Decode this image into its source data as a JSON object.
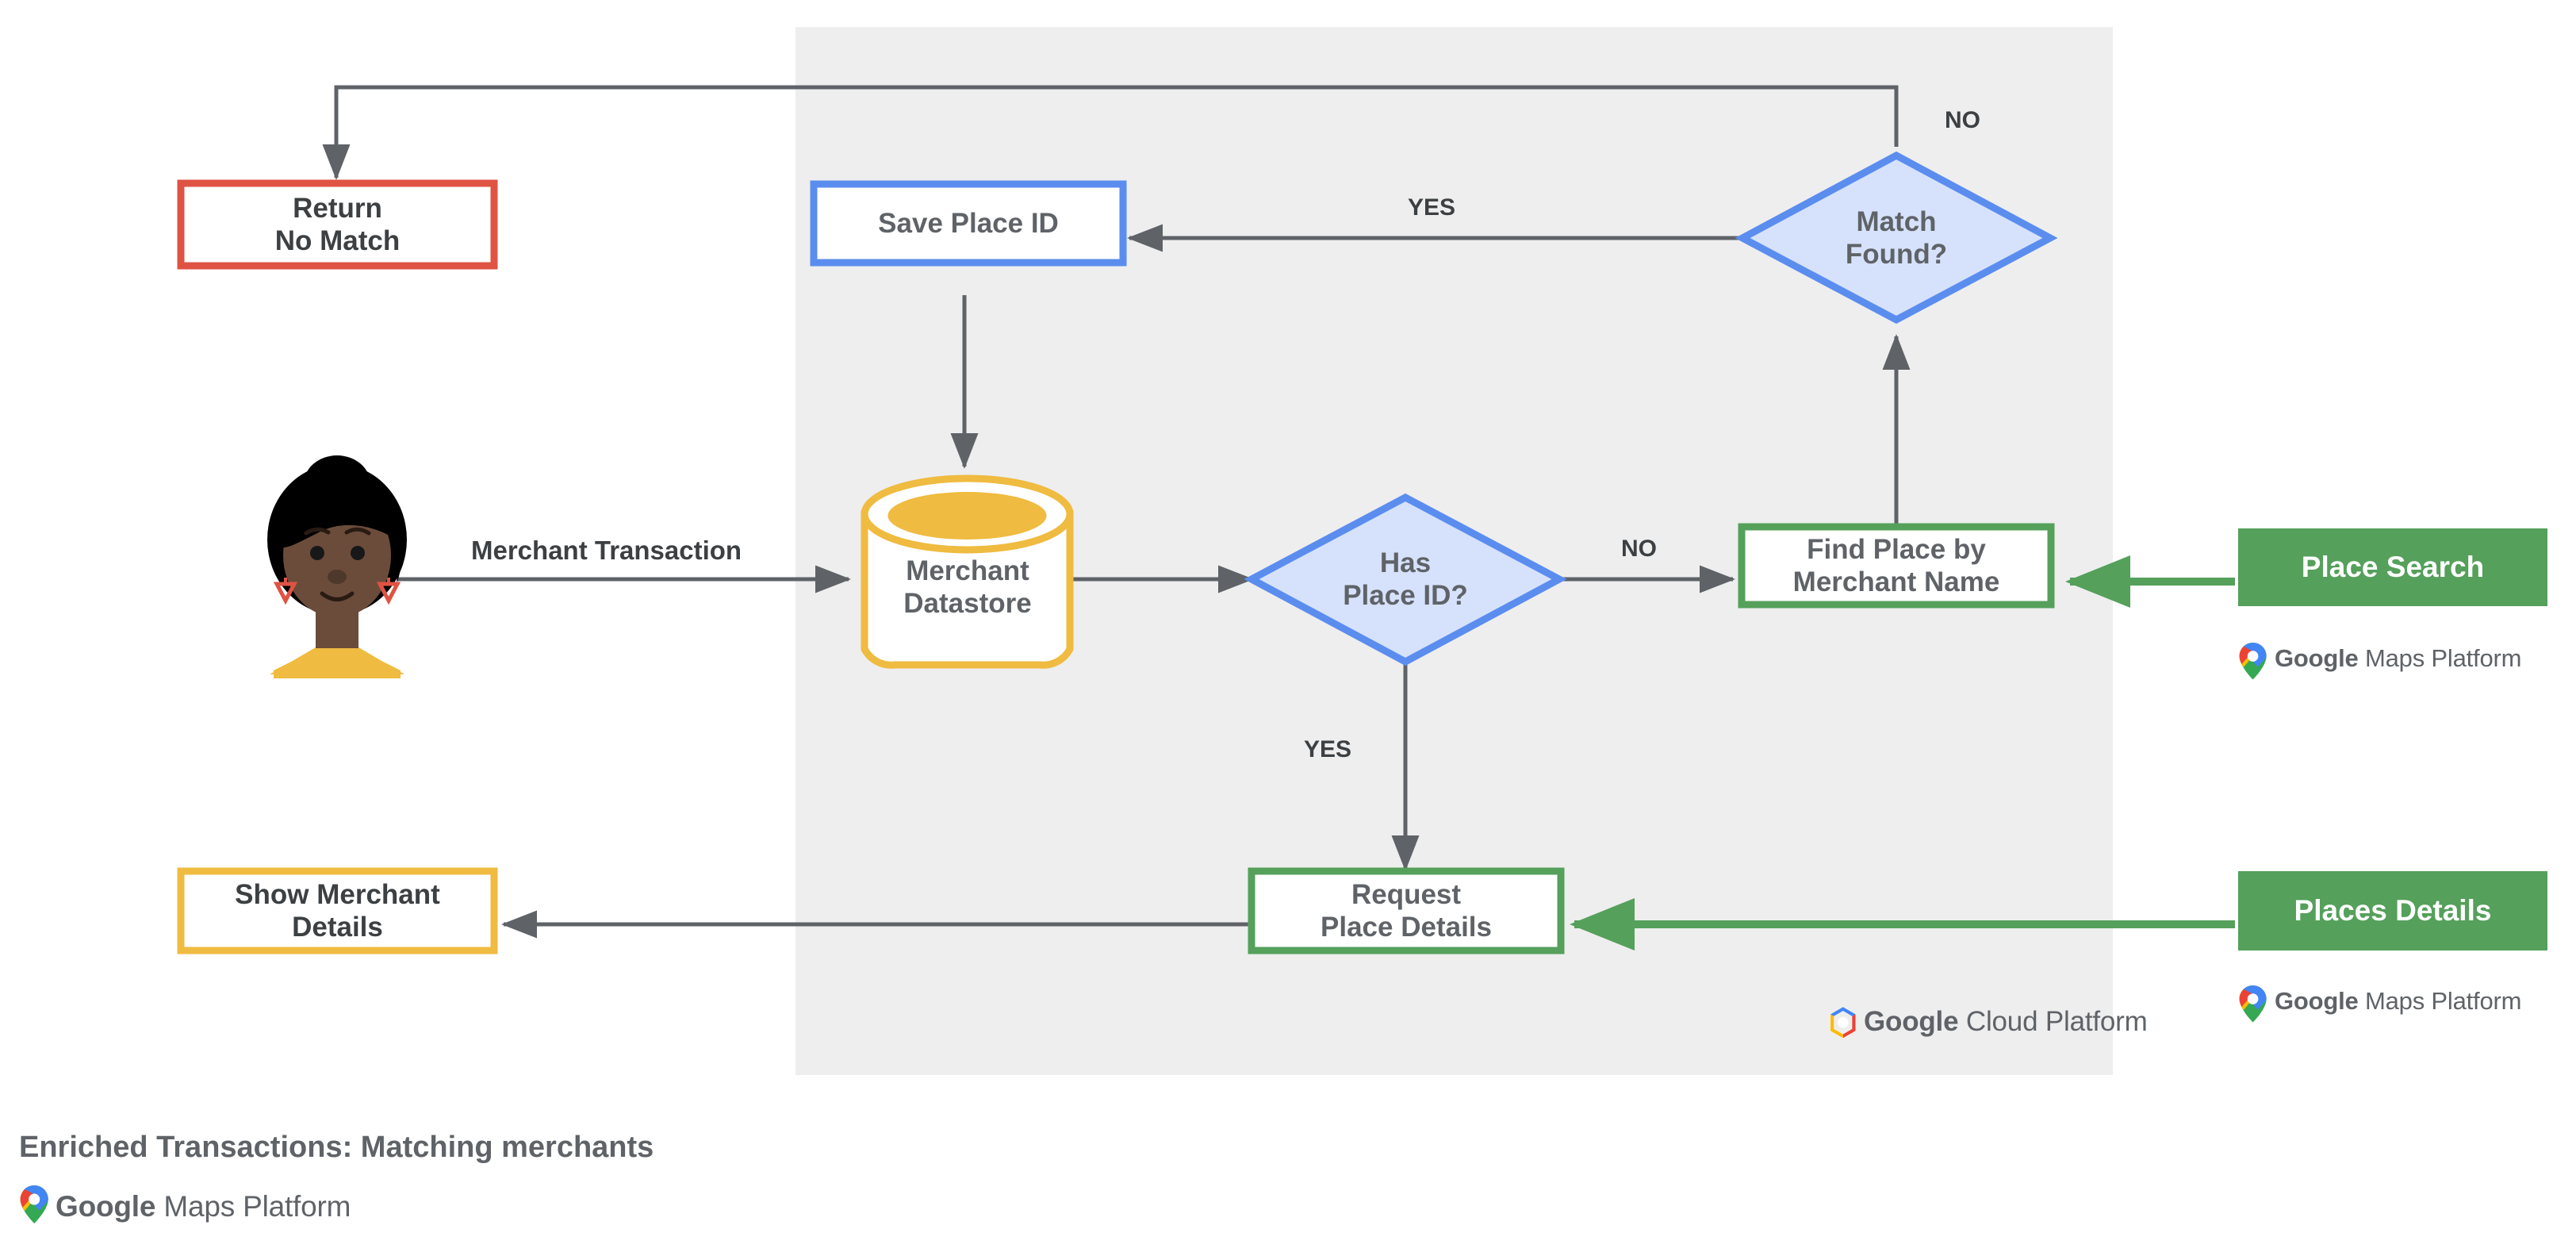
{
  "diagram": {
    "caption": "Enriched Transactions: Matching merchants",
    "panel_label": "google-cloud-platform-region",
    "colors": {
      "panel_bg": "#eeeeee",
      "blue_stroke": "#5b8def",
      "blue_fill": "#d6e2fb",
      "green": "#55a05b",
      "green_solid": "#55a05b",
      "yellow": "#efbb40",
      "red": "#df5343",
      "line": "#5f6368",
      "text": "#5f6368",
      "label_text": "#3c4043"
    },
    "nodes": [
      {
        "id": "return-no-match",
        "type": "process-red",
        "lines": [
          "Return",
          "No Match"
        ]
      },
      {
        "id": "save-place-id",
        "type": "process-blue",
        "lines": [
          "Save Place ID"
        ]
      },
      {
        "id": "merchant-datastore",
        "type": "datastore",
        "lines": [
          "Merchant",
          "Datastore"
        ]
      },
      {
        "id": "has-place-id",
        "type": "decision",
        "lines": [
          "Has",
          "Place ID?"
        ]
      },
      {
        "id": "match-found",
        "type": "decision",
        "lines": [
          "Match",
          "Found?"
        ]
      },
      {
        "id": "find-place-by-name",
        "type": "process-green",
        "lines": [
          "Find Place by",
          "Merchant Name"
        ]
      },
      {
        "id": "request-place-details",
        "type": "process-green",
        "lines": [
          "Request",
          "Place Details"
        ]
      },
      {
        "id": "show-merchant-details",
        "type": "process-yellow",
        "lines": [
          "Show Merchant",
          "Details"
        ]
      },
      {
        "id": "place-search",
        "type": "api-green-solid",
        "lines": [
          "Place Search"
        ]
      },
      {
        "id": "places-details",
        "type": "api-green-solid",
        "lines": [
          "Places Details"
        ]
      }
    ],
    "edge_labels": [
      {
        "id": "merchant-transaction",
        "text": "Merchant Transaction"
      },
      {
        "id": "has-place-id-yes",
        "text": "YES"
      },
      {
        "id": "has-place-id-no",
        "text": "NO"
      },
      {
        "id": "match-found-yes",
        "text": "YES"
      },
      {
        "id": "match-found-no",
        "text": "NO"
      }
    ],
    "logos": {
      "maps_platform_bold": "Google",
      "maps_platform_thin": " Maps Platform",
      "cloud_platform_bold": "Google",
      "cloud_platform_thin": " Cloud Platform"
    },
    "avatar": {
      "name": "merchant-customer-avatar",
      "skin": "#6b4c3b",
      "hair": "#000000",
      "shirt": "#efbb40",
      "earring": "#df5343"
    }
  }
}
